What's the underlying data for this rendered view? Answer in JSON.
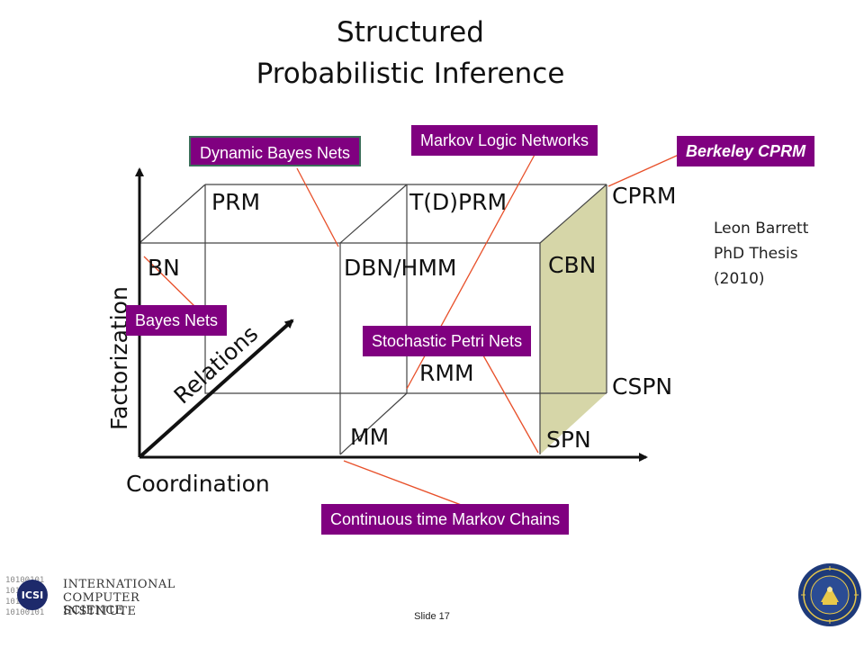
{
  "title": {
    "line1": "Structured",
    "line2": "Probabilistic Inference"
  },
  "cube_labels": {
    "prm": "PRM",
    "tdprm": "T(D)PRM",
    "cprm": "CPRM",
    "bn": "BN",
    "dbnhmm": "DBN/HMM",
    "cbn": "CBN",
    "rmm": "RMM",
    "cspn": "CSPN",
    "mm": "MM",
    "spn": "SPN"
  },
  "axes": {
    "factorization": "Factorization",
    "relations": "Relations",
    "coordination": "Coordination"
  },
  "callouts": {
    "dynamic_bayes_nets": "Dynamic Bayes Nets",
    "markov_logic_networks": "Markov Logic Networks",
    "berkeley_cprm": "Berkeley CPRM",
    "bayes_nets": "Bayes Nets",
    "stochastic_petri_nets": "Stochastic Petri Nets",
    "continuous_time_markov_chains": "Continuous time Markov Chains"
  },
  "note": {
    "line1": "Leon Barrett",
    "line2": "PhD Thesis",
    "line3": "(2010)"
  },
  "footer": {
    "slide": "Slide 17",
    "icsi_line1": "INTERNATIONAL",
    "icsi_line2": "COMPUTER SCIENCE",
    "icsi_line3": "INSTITUTE",
    "icsi_mark": "ICSI"
  },
  "colors": {
    "callout_bg": "#800080",
    "face_fill": "#d6d6a8",
    "connector": "#e8502a"
  }
}
